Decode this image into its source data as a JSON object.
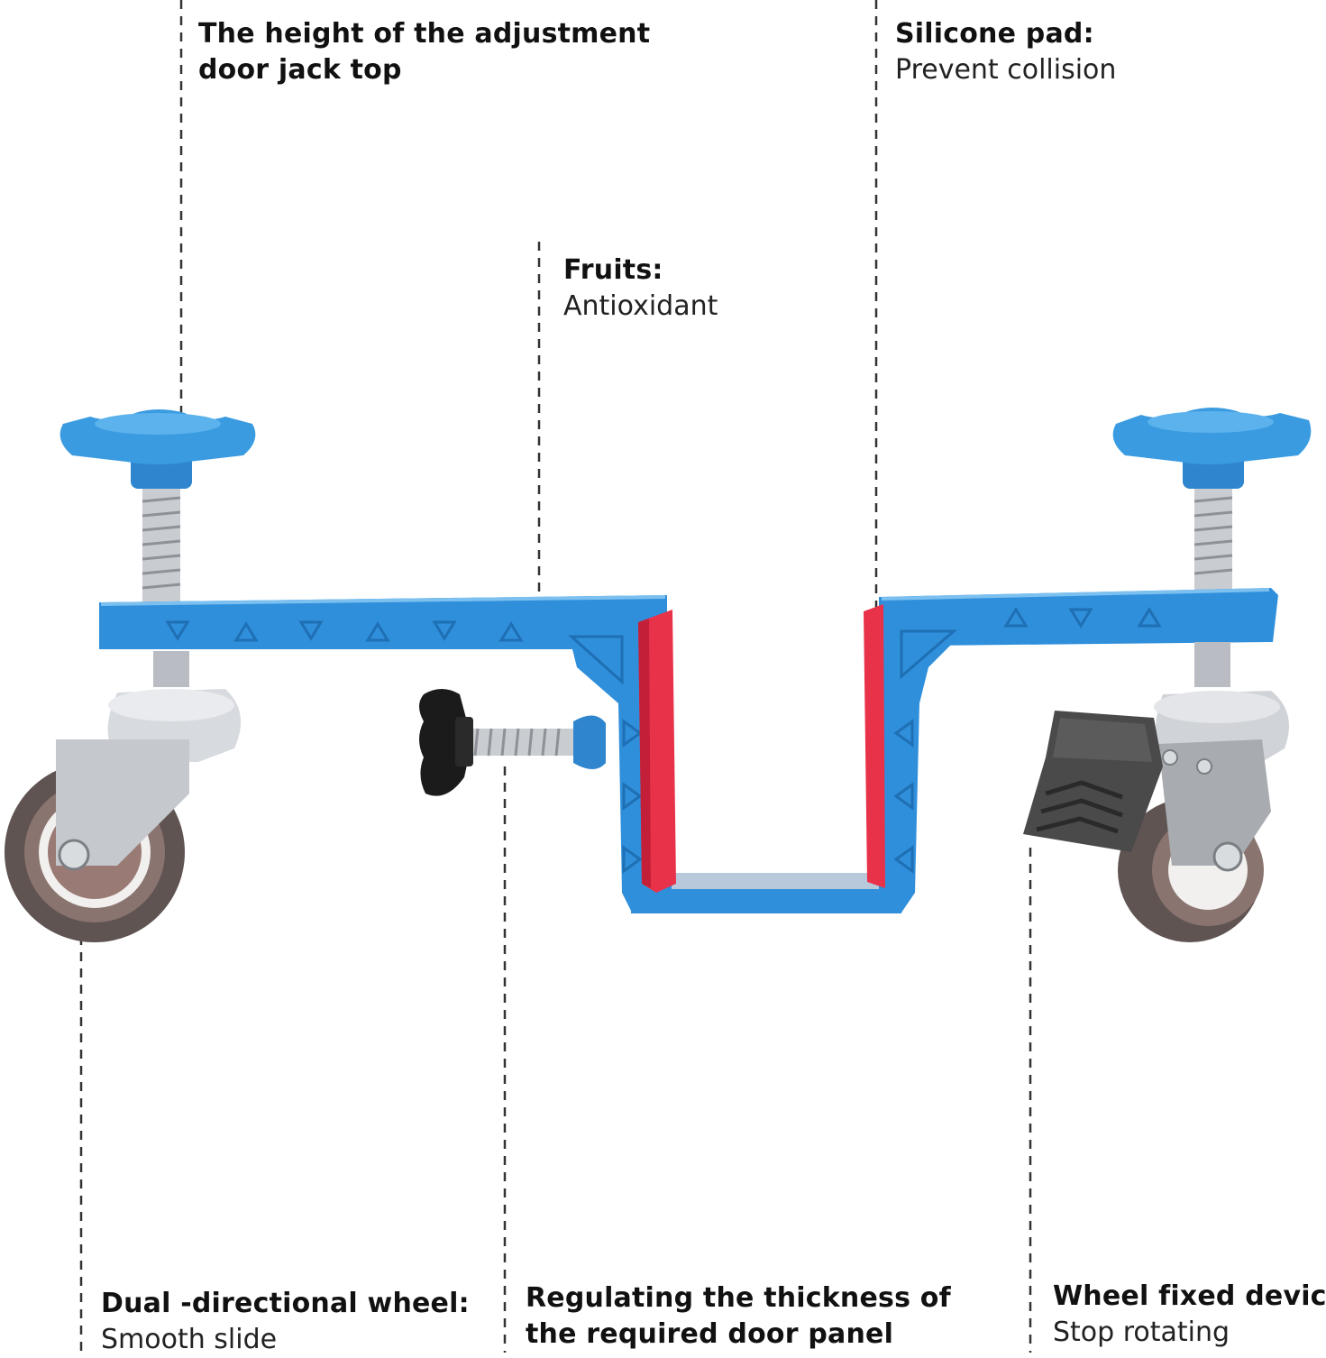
{
  "callouts": {
    "height_adjustment": {
      "title_line1": "The height of the adjustment",
      "title_line2": "door jack top"
    },
    "silicone_pad": {
      "title": "Silicone pad:",
      "desc": "Prevent collision"
    },
    "fruits": {
      "title": "Fruits:",
      "desc": "Antioxidant"
    },
    "dual_wheel": {
      "title": "Dual -directional wheel:",
      "desc": "Smooth slide"
    },
    "thickness": {
      "title_line1": "Regulating the thickness of",
      "title_line2": "the required door panel"
    },
    "wheel_fixed": {
      "title": "Wheel fixed device:",
      "desc": "Stop rotating"
    }
  },
  "colors": {
    "body_blue": "#2f8fdb",
    "knob_blue": "#3a9be0",
    "pad_red": "#e8324a",
    "metal": "#c9ccd1",
    "tire": "#6b5f5c",
    "knob_black": "#1b1b1b",
    "leader_line": "#333333"
  },
  "icons": [
    "tool-illustration"
  ]
}
